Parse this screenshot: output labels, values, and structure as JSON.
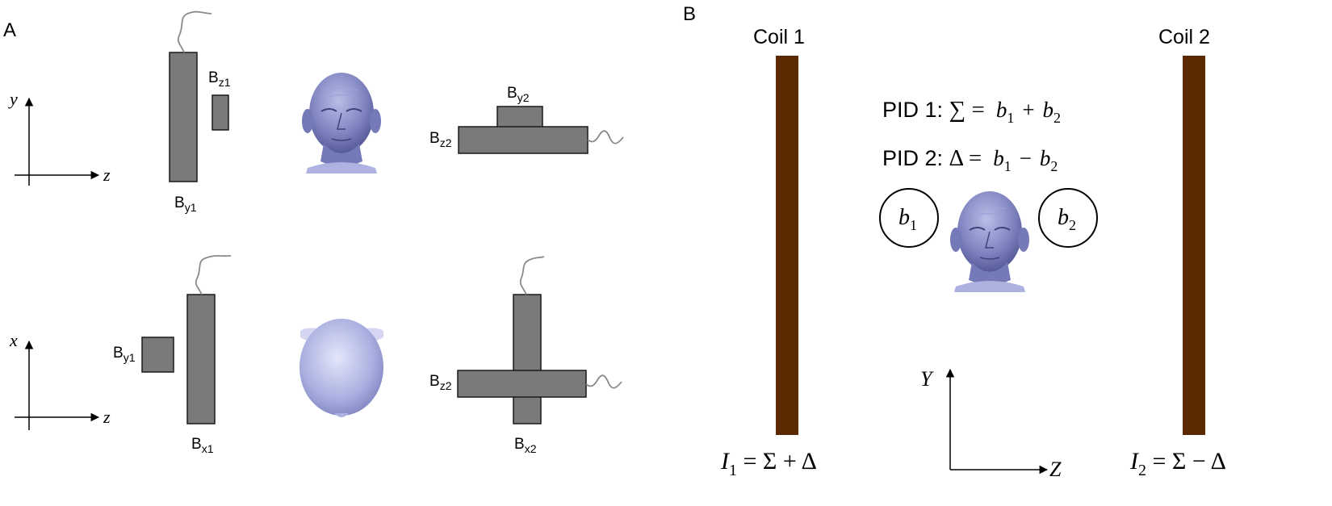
{
  "panel_a": {
    "label": "A",
    "top_axes": {
      "vertical": "y",
      "horizontal": "z"
    },
    "bottom_axes": {
      "vertical": "x",
      "horizontal": "z"
    },
    "coil_labels": {
      "by1_top": {
        "base": "B",
        "sub": "y1"
      },
      "bz1_top": {
        "base": "B",
        "sub": "z1"
      },
      "by2_top": {
        "base": "B",
        "sub": "y2"
      },
      "bz2_top": {
        "base": "B",
        "sub": "z2"
      },
      "by1_bottom": {
        "base": "B",
        "sub": "y1"
      },
      "bx1_bottom": {
        "base": "B",
        "sub": "x1"
      },
      "bz2_bottom": {
        "base": "B",
        "sub": "z2"
      },
      "bx2_bottom": {
        "base": "B",
        "sub": "x2"
      }
    }
  },
  "panel_b": {
    "label": "B",
    "coil1": {
      "title": "Coil 1",
      "current": {
        "var": "I",
        "sub": "1",
        "expr": " = Σ + Δ"
      }
    },
    "coil2": {
      "title": "Coil 2",
      "current": {
        "var": "I",
        "sub": "2",
        "expr": " = Σ − Δ"
      }
    },
    "pid1": {
      "prefix": "PID 1: ",
      "symbol": "∑ =",
      "op": "+"
    },
    "pid2": {
      "prefix": "PID 2: ",
      "symbol": "Δ =",
      "op": "−"
    },
    "sensors": [
      "b",
      "b"
    ],
    "sensor_subs": [
      "1",
      "2"
    ],
    "axes": {
      "vertical": "Y",
      "horizontal": "Z"
    }
  },
  "colors": {
    "coil_bar": "#5c2a00",
    "block_fill": "#7a7a7a",
    "head": "#8a8fc7"
  },
  "icons": [
    "head-front-icon",
    "head-top-icon"
  ]
}
